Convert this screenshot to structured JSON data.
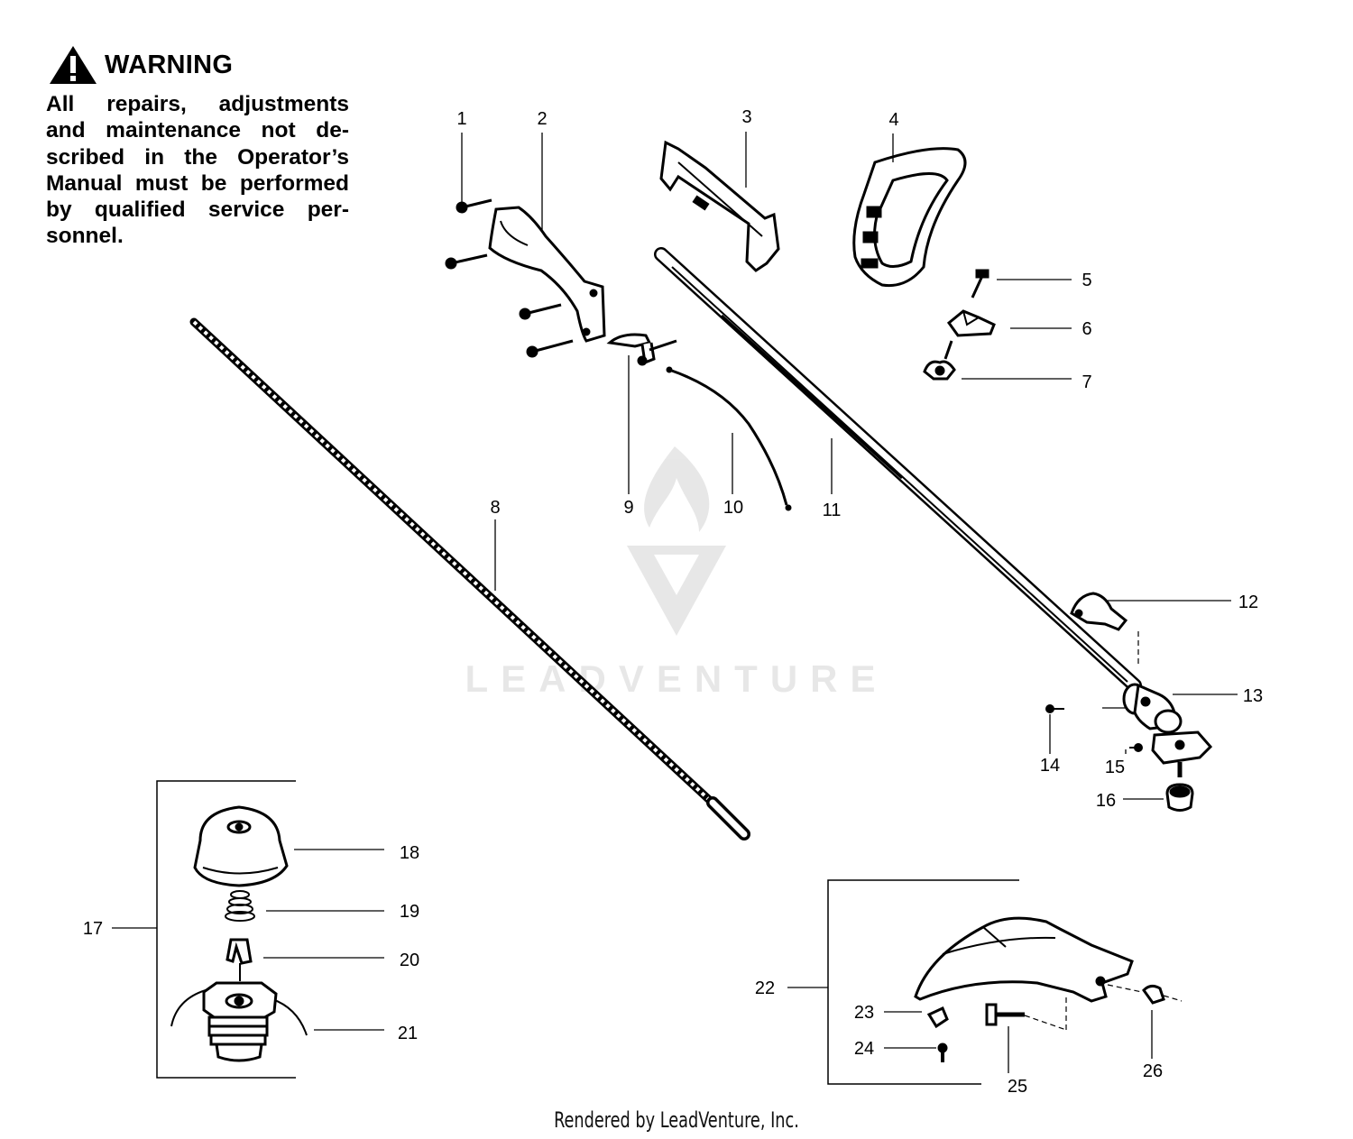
{
  "warning": {
    "title": "WARNING",
    "lines": [
      "All repairs, adjustments",
      "and maintenance not de-",
      "scribed in the Operator’s",
      "Manual must be performed",
      "by qualified  service per-",
      "sonnel."
    ]
  },
  "callouts": [
    "1",
    "2",
    "3",
    "4",
    "5",
    "6",
    "7",
    "8",
    "9",
    "10",
    "11",
    "12",
    "13",
    "14",
    "15",
    "16",
    "17",
    "18",
    "19",
    "20",
    "21",
    "22",
    "23",
    "24",
    "25",
    "26"
  ],
  "watermark": "LEADVENTURE",
  "footer": "Rendered by LeadVenture, Inc."
}
